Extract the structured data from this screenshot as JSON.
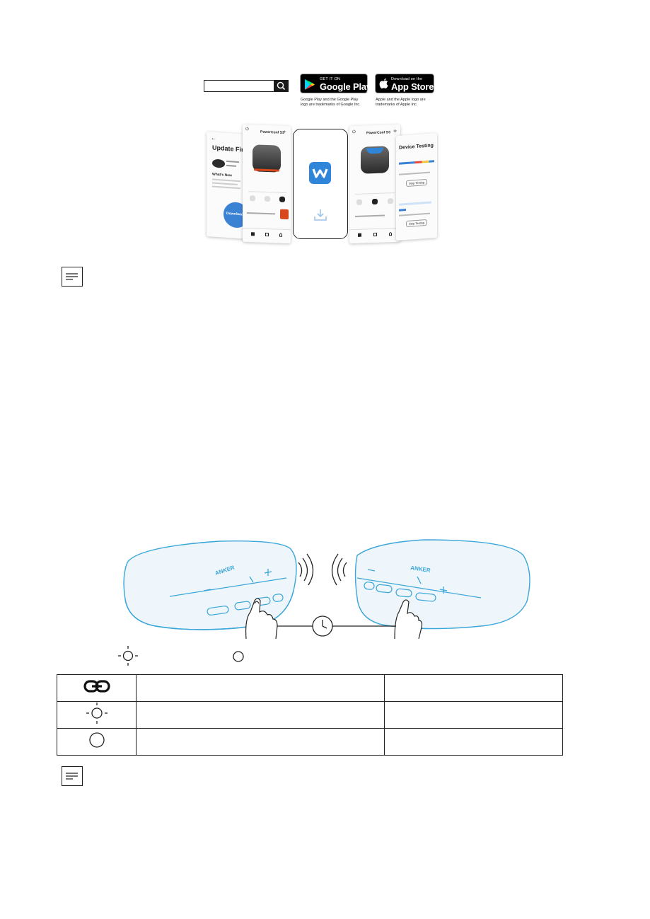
{
  "store_badges": {
    "google": {
      "small_text": "GET IT ON",
      "big_text": "Google Play",
      "note": "Google Play and the Google Play logo are trademarks of Google Inc."
    },
    "apple": {
      "small_text": "Download on the",
      "big_text": "App Store",
      "note": "Apple and the Apple logo are trademarks of Apple Inc."
    }
  },
  "app_screens": {
    "firmware": {
      "title": "Update Firmware",
      "whats_new": "What's New",
      "download_label": "Download"
    },
    "device_left": {
      "title": "PowerConf S3"
    },
    "device_right": {
      "title": "PowerConf S3"
    },
    "testing": {
      "title": "Device Testing",
      "button_label": "Stop Testing"
    }
  },
  "colors": {
    "app_icon": "#2f86d9",
    "download_button": "#3b82d4",
    "accent_orange": "#d8461b",
    "device_body": "#eef6fb",
    "device_outline": "#3aa6d9"
  },
  "icons": [
    "search-icon",
    "play-store-icon",
    "apple-icon",
    "app-logo-icon",
    "download-icon",
    "note-icon",
    "link-icon",
    "led-blinking-icon",
    "led-off-icon",
    "clock-icon",
    "sound-waves-icon",
    "hand-press-icon"
  ],
  "device": {
    "brand": "ANKER"
  },
  "led_table": {
    "rows": [
      {
        "icon": "link-icon"
      },
      {
        "icon": "led-blinking-icon"
      },
      {
        "icon": "led-off-icon"
      }
    ]
  }
}
